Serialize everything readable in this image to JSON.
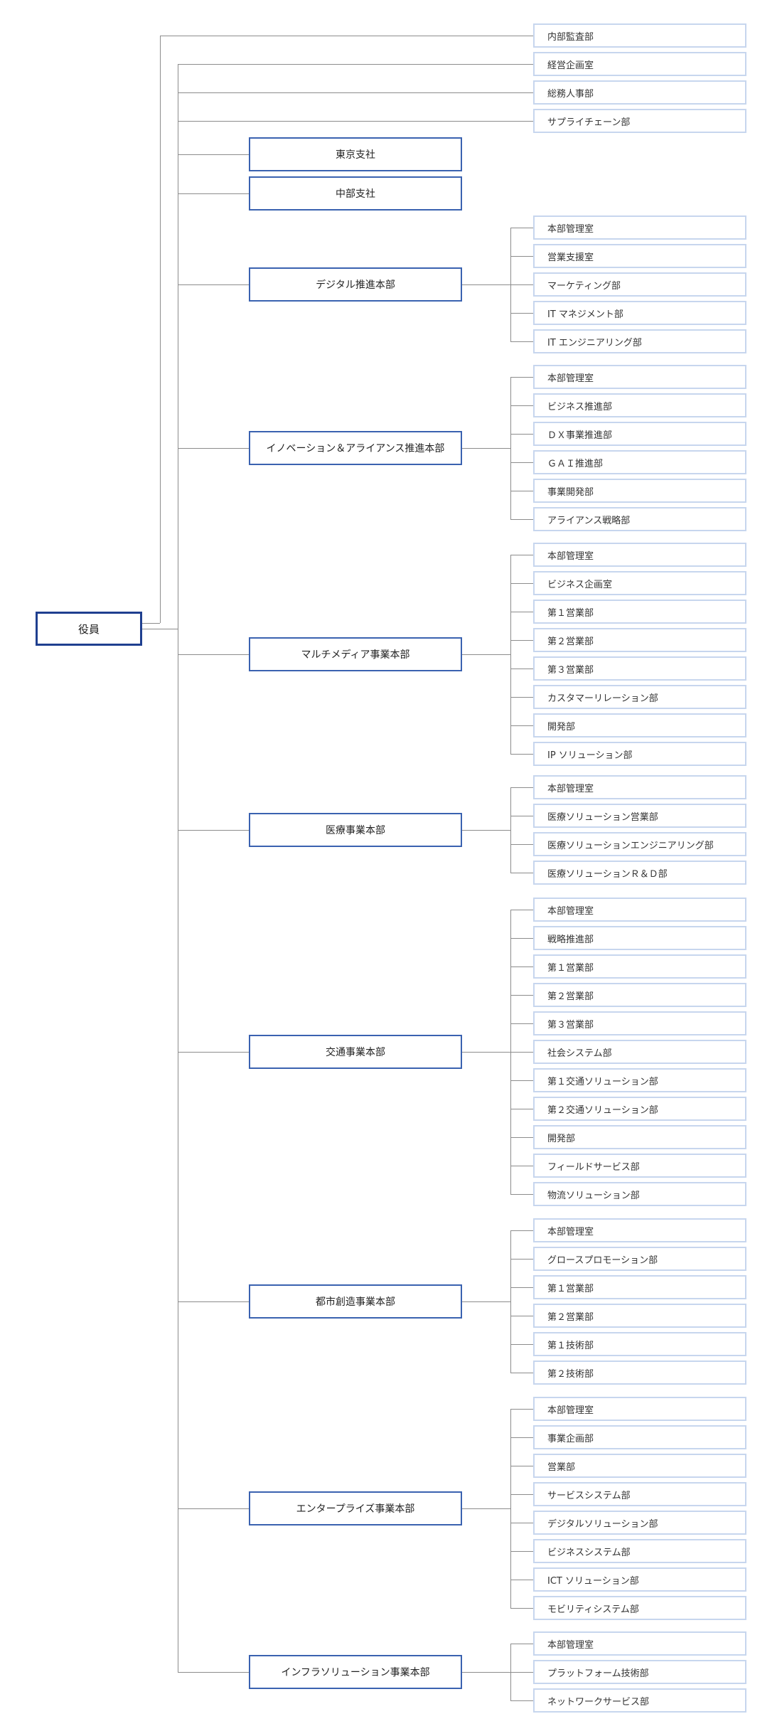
{
  "root": "役員",
  "staff": [
    "内部監査部",
    "経営企画室",
    "総務人事部",
    "サプライチェーン部"
  ],
  "branches": [
    "東京支社",
    "中部支社"
  ],
  "divisions": [
    {
      "name": "デジタル推進本部",
      "departments": [
        "本部管理室",
        "営業支援室",
        "マーケティング部",
        "IT マネジメント部",
        "IT エンジニアリング部"
      ]
    },
    {
      "name": "イノベーション＆アライアンス推進本部",
      "departments": [
        "本部管理室",
        "ビジネス推進部",
        "ＤＸ事業推進部",
        "ＧＡＩ推進部",
        "事業開発部",
        "アライアンス戦略部"
      ]
    },
    {
      "name": "マルチメディア事業本部",
      "departments": [
        "本部管理室",
        "ビジネス企画室",
        "第１営業部",
        "第２営業部",
        "第３営業部",
        "カスタマーリレーション部",
        "開発部",
        "IP ソリューション部"
      ]
    },
    {
      "name": "医療事業本部",
      "departments": [
        "本部管理室",
        "医療ソリューション営業部",
        "医療ソリューションエンジニアリング部",
        "医療ソリューションＲ＆Ｄ部"
      ]
    },
    {
      "name": "交通事業本部",
      "departments": [
        "本部管理室",
        "戦略推進部",
        "第１営業部",
        "第２営業部",
        "第３営業部",
        "社会システム部",
        "第１交通ソリューション部",
        "第２交通ソリューション部",
        "開発部",
        "フィールドサービス部",
        "物流ソリューション部"
      ]
    },
    {
      "name": "都市創造事業本部",
      "departments": [
        "本部管理室",
        "グロースプロモーション部",
        "第１営業部",
        "第２営業部",
        "第１技術部",
        "第２技術部"
      ]
    },
    {
      "name": "エンタープライズ事業本部",
      "departments": [
        "本部管理室",
        "事業企画部",
        "営業部",
        "サービスシステム部",
        "デジタルソリューション部",
        "ビジネスシステム部",
        "ICT ソリューション部",
        "モビリティシステム部"
      ]
    },
    {
      "name": "インフラソリューション事業本部",
      "departments": [
        "本部管理室",
        "プラットフォーム技術部",
        "ネットワークサービス部"
      ]
    }
  ]
}
